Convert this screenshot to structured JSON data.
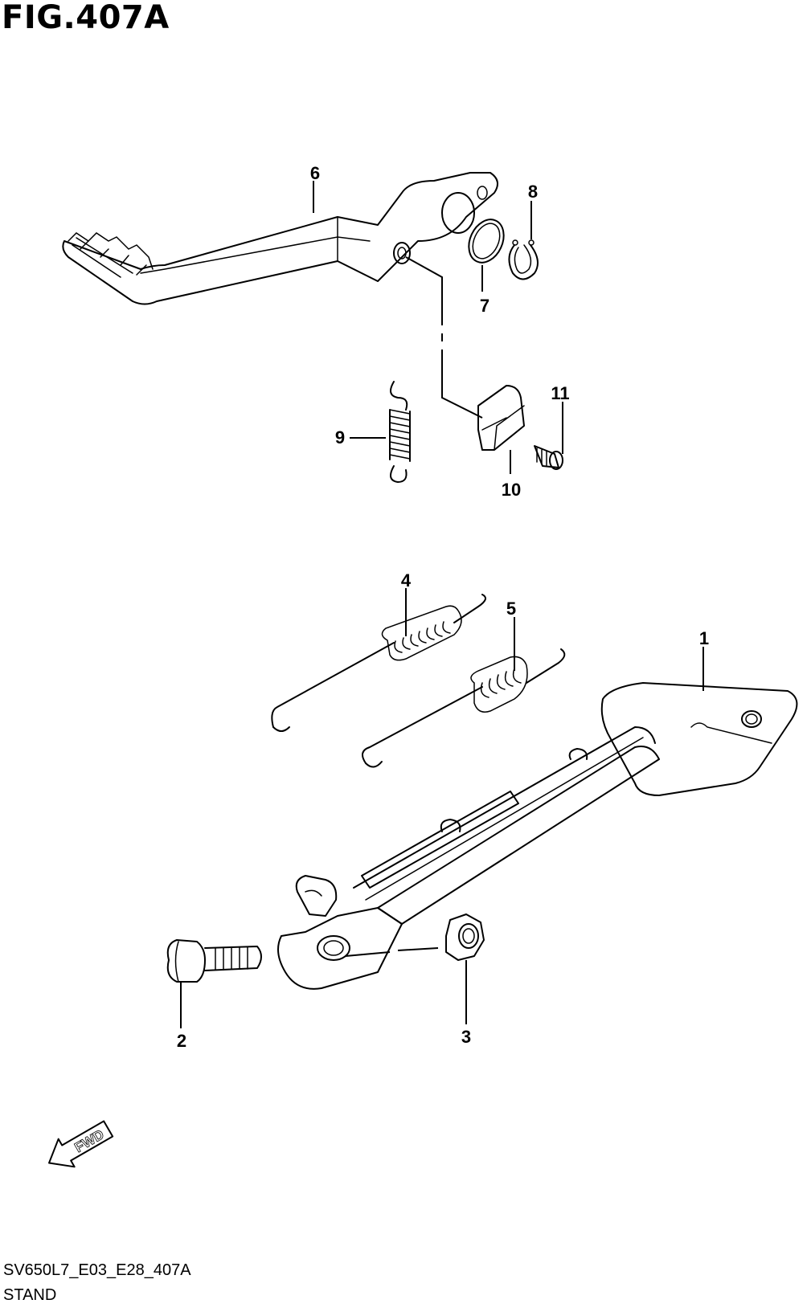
{
  "figure": {
    "title": "FIG.407A",
    "code": "SV650L7_E03_E28_407A",
    "section": "STAND"
  },
  "callouts": [
    "1",
    "2",
    "3",
    "4",
    "5",
    "6",
    "7",
    "8",
    "9",
    "10",
    "11"
  ],
  "direction_arrow": {
    "label": "FWD",
    "icon": "fwd-arrow-icon"
  }
}
